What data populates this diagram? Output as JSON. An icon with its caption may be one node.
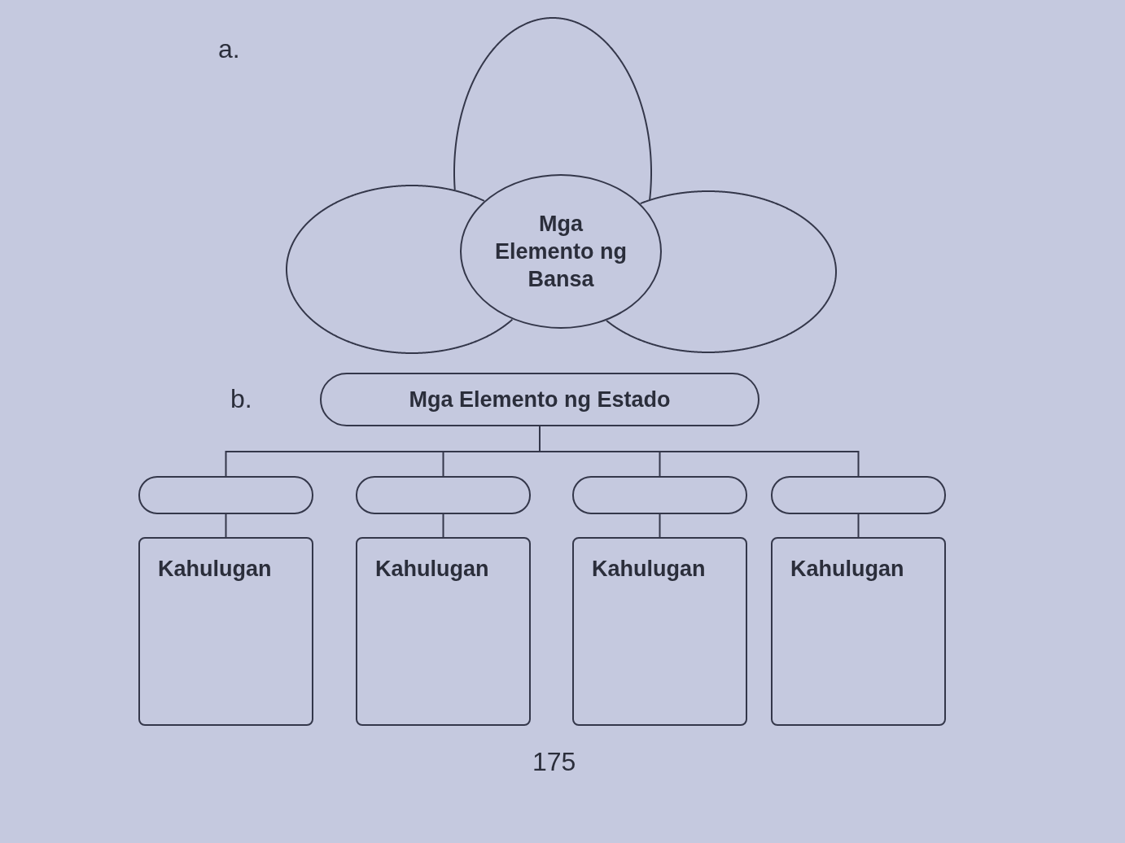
{
  "diagram": {
    "nodes": [
      {
        "text": [],
        "shape": "ellipse"
      },
      {
        "text": [],
        "shape": "ellipse"
      },
      {
        "text": [
          "Mga Elemento ng Bansa"
        ]
      },
      {
        "text": [],
        "shape": "ellipse"
      },
      {
        "text": [
          "Mga Elemento ng Estado"
        ]
      },
      {
        "text": [],
        "shape": "box"
      },
      {
        "text": [],
        "shape": "box"
      },
      {
        "text": [],
        "shape": "box"
      },
      {
        "text": [],
        "shape": "box"
      },
      {
        "text": [
          "Kahulugan"
        ]
      },
      {
        "text": [
          "Kahulugan"
        ]
      },
      {
        "text": [
          "Kahulugan"
        ]
      },
      {
        "text": [
          "Kahulugan"
        ]
      }
    ],
    "edges": [
      {
        "from": 4,
        "to": 5,
        "arrow": "none"
      },
      {
        "from": 4,
        "to": 6,
        "arrow": "none"
      },
      {
        "from": 4,
        "to": 7,
        "arrow": "none"
      },
      {
        "from": 4,
        "to": 8,
        "arrow": "none"
      },
      {
        "from": 5,
        "to": 9,
        "arrow": "none"
      },
      {
        "from": 6,
        "to": 10,
        "arrow": "none"
      },
      {
        "from": 7,
        "to": 11,
        "arrow": "none"
      },
      {
        "from": 8,
        "to": 12,
        "arrow": "none"
      }
    ],
    "labels": [
      "a.",
      "b.",
      "175"
    ]
  }
}
